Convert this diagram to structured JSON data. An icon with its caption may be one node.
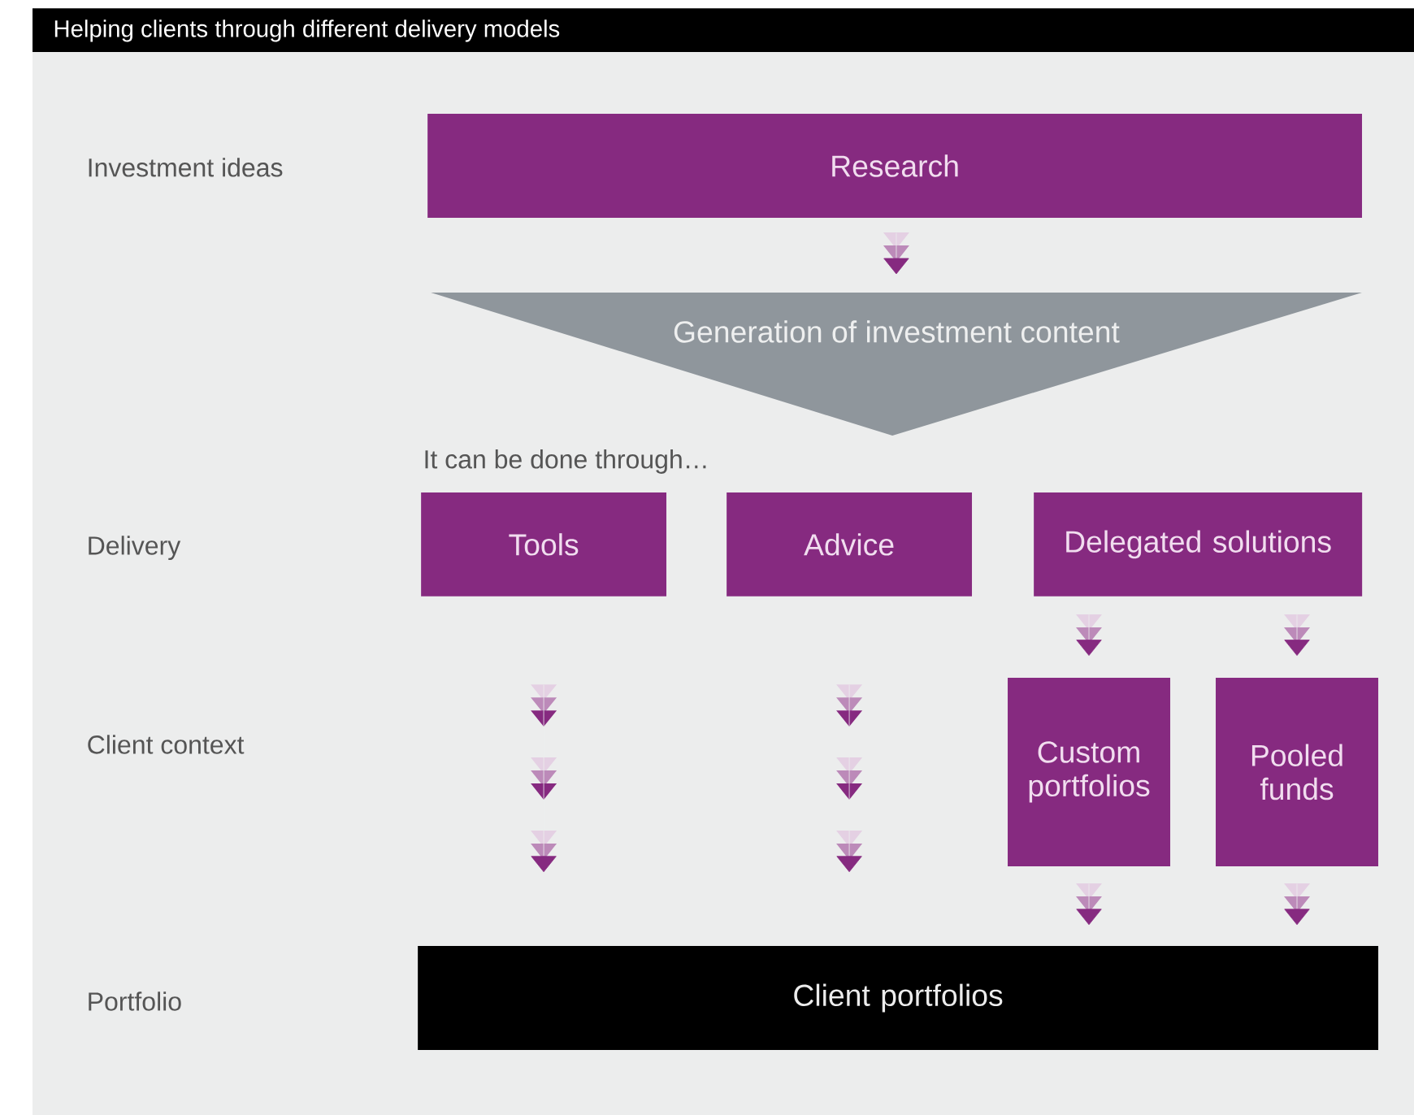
{
  "diagram": {
    "title": "Helping clients through different delivery models",
    "nodes": [
      {
        "text": [
          "Research"
        ]
      },
      {
        "text": [
          "Generation of investment content"
        ]
      },
      {
        "text": [
          "Tools"
        ]
      },
      {
        "text": [
          "Advice"
        ]
      },
      {
        "text": [
          "Delegated solutions"
        ]
      },
      {
        "text": [
          "Custom portfolios"
        ]
      },
      {
        "text": [
          "Pooled funds"
        ]
      },
      {
        "text": [
          "Client portfolios"
        ]
      }
    ],
    "edges": [
      {
        "from": 0,
        "to": 1,
        "arrow": "to"
      },
      {
        "from": 2,
        "to": 7,
        "arrow": "to"
      },
      {
        "from": 3,
        "to": 7,
        "arrow": "to"
      },
      {
        "from": 4,
        "to": 5,
        "arrow": "to"
      },
      {
        "from": 4,
        "to": 6,
        "arrow": "to"
      },
      {
        "from": 5,
        "to": 7,
        "arrow": "to"
      },
      {
        "from": 6,
        "to": 7,
        "arrow": "to"
      }
    ],
    "labels": [
      "Investment ideas",
      "It can be done through…",
      "Delivery",
      "Client context",
      "Portfolio"
    ]
  }
}
